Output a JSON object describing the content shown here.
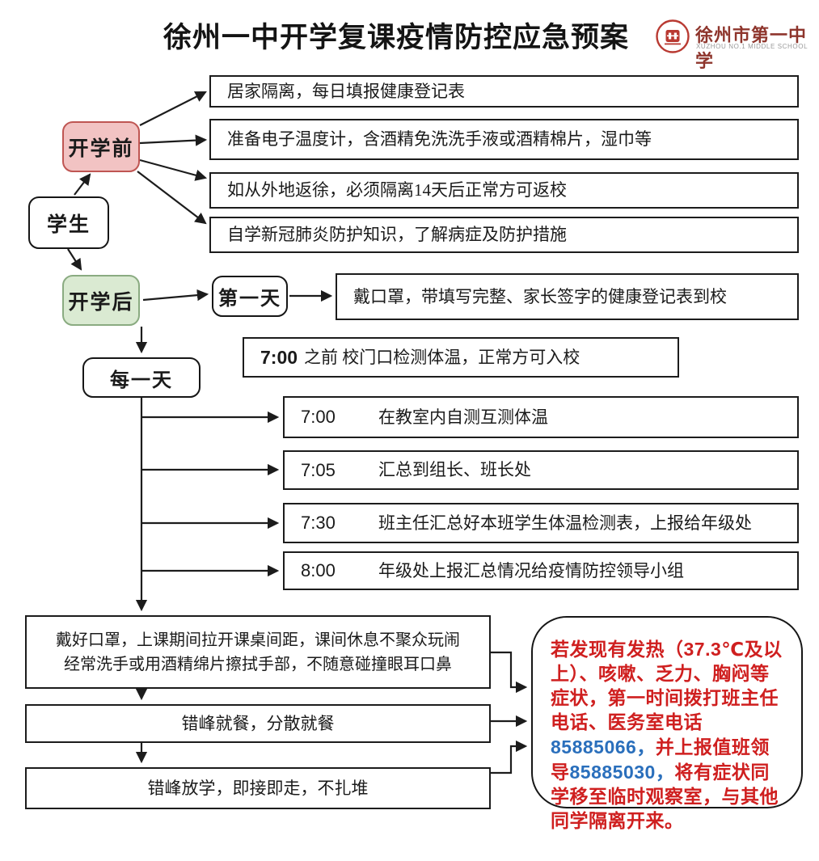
{
  "title": "徐州一中开学复课疫情防控应急预案",
  "logo": {
    "seal_icon": "school-seal-icon",
    "seal_color": "#b93a32",
    "school_cn": "徐州市第一中学",
    "school_en": "XUZHOU  NO.1  MIDDLE  SCHOOL"
  },
  "nodes": {
    "student": "学生",
    "before_school": "开学前",
    "after_school": "开学后",
    "first_day": "第一天",
    "every_day": "每一天"
  },
  "before_items": [
    "居家隔离，每日填报健康登记表",
    "准备电子温度计，含酒精免洗洗手液或酒精棉片，湿巾等",
    "如从外地返徐，必须隔离14天后正常方可返校",
    "自学新冠肺炎防护知识，了解病症及防护措施"
  ],
  "first_day_action": "戴口罩，带填写完整、家长签字的健康登记表到校",
  "gate_check": {
    "time": "7:00",
    "text": "之前 校门口检测体温，正常方可入校"
  },
  "schedule": [
    {
      "time": "7:00",
      "text": "在教室内自测互测体温"
    },
    {
      "time": "7:05",
      "text": "汇总到组长、班长处"
    },
    {
      "time": "7:30",
      "text": "班主任汇总好本班学生体温检测表，上报给年级处"
    },
    {
      "time": "8:00",
      "text": "年级处上报汇总情况给疫情防控领导小组"
    }
  ],
  "daily_rules": {
    "rule1_line1": "戴好口罩，上课期间拉开课桌间距，课间休息不聚众玩闹",
    "rule1_line2": "经常洗手或用酒精绵片擦拭手部，不随意碰撞眼耳口鼻",
    "rule2": "错峰就餐，分散就餐",
    "rule3": "错峰放学，即接即走，不扎堆"
  },
  "alert": {
    "part1": "若发现有发热（",
    "temp": "37.3℃",
    "part2": "及以上）、咳嗽、乏力、胸闷等症状，第一时间拨打班主任电话、医务室电话",
    "phone1": "85885066，",
    "part3": "并上报值班领导",
    "phone2": "85885030，",
    "part4": "将有症状同学移至临时观察室，与其他同学隔离开来。",
    "text_color": "#cf1f1f",
    "phone_color": "#2a6fbc"
  },
  "colors": {
    "box_border": "#1c1c1c",
    "before_fill": "#f2c3c3",
    "before_border": "#bf5653",
    "after_fill": "#daead2",
    "after_border": "#8aab81",
    "connector": "#1c1c1c"
  }
}
